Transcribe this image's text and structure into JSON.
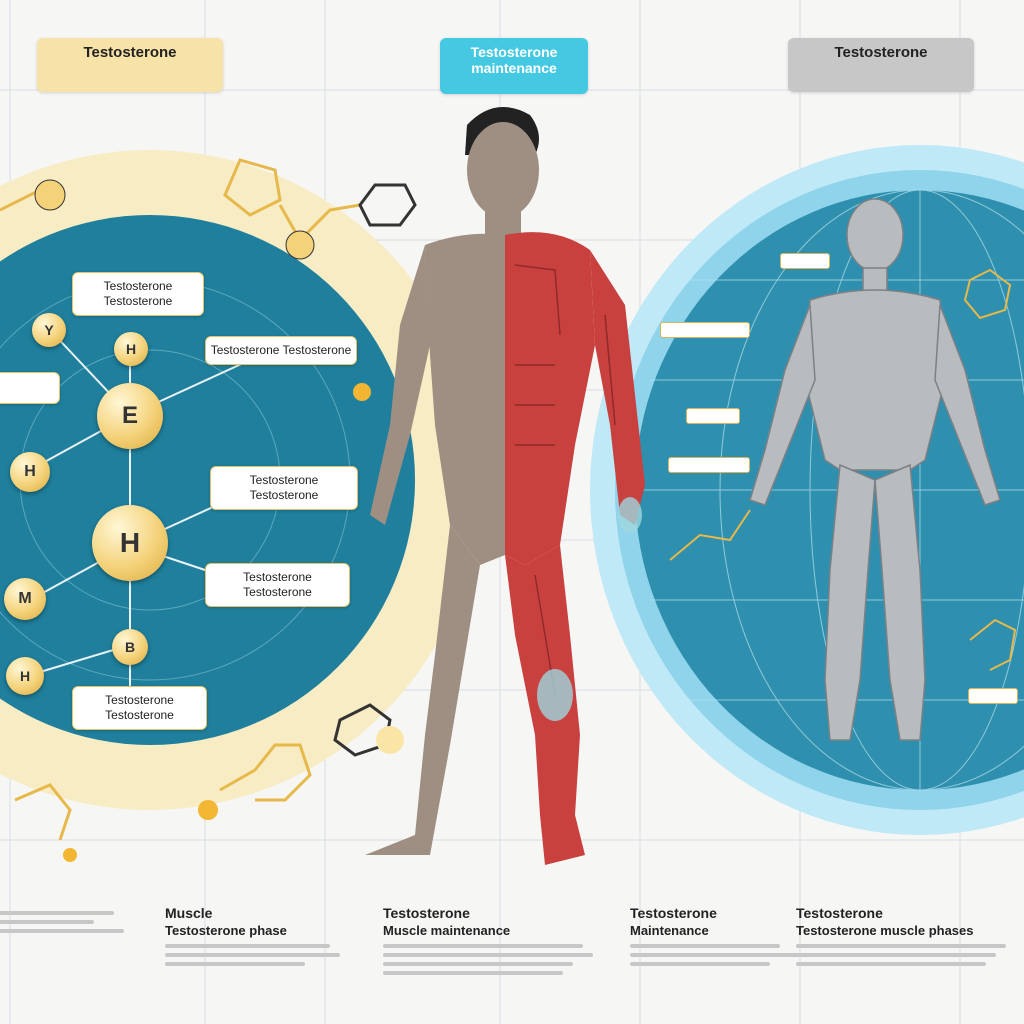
{
  "header": {
    "left": {
      "title": "Testosterone",
      "subtitle": ""
    },
    "center": {
      "title": "Testosterone maintenance"
    },
    "right": {
      "title": "Testosterone",
      "subtitle": ""
    }
  },
  "left_panel": {
    "caption": "",
    "callouts": [
      "Testosterone Testosterone",
      "Testosterone Testosterone",
      "Testosterone Testosterone",
      "Testosterone Testosterone",
      "Testosterone Testosterone"
    ],
    "nodes": [
      "Y",
      "H",
      "E",
      "H",
      "H",
      "M",
      "B",
      "H"
    ]
  },
  "right_panel": {
    "small_labels": [
      "",
      "",
      "",
      "",
      ""
    ]
  },
  "footer": [
    {
      "title": "",
      "subtitle": ""
    },
    {
      "title": "Muscle",
      "subtitle": "Testosterone phase"
    },
    {
      "title": "Testosterone",
      "subtitle": "Muscle maintenance"
    },
    {
      "title": "Testosterone",
      "subtitle": "Maintenance"
    },
    {
      "title": "Testosterone",
      "subtitle": "Testosterone muscle phases"
    }
  ],
  "colors": {
    "cream_ring": "#f7ecc3",
    "teal_disc": "#1f7f9c",
    "cyan_ring": "#bfe9f6",
    "muscle_red": "#c9413f",
    "skin": "#9e8f82"
  }
}
